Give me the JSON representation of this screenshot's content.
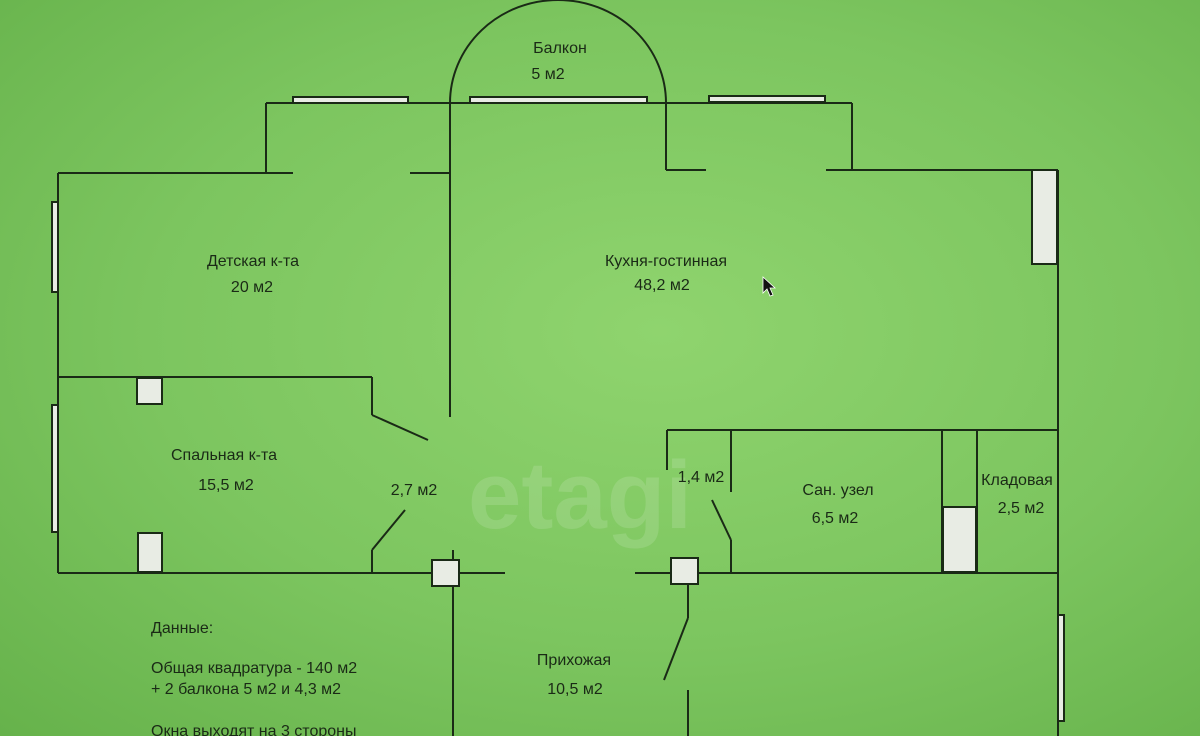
{
  "rooms": {
    "balcony": {
      "name": "Балкон",
      "area": "5 м2"
    },
    "kids_room": {
      "name": "Детская к-та",
      "area": "20 м2"
    },
    "kitchen_living": {
      "name": "Кухня-гостинная",
      "area": "48,2 м2"
    },
    "bedroom": {
      "name": "Спальная к-та",
      "area": "15,5 м2"
    },
    "corridor_small": {
      "area": "2,7 м2"
    },
    "wc_small": {
      "area": "1,4 м2"
    },
    "bathroom": {
      "name": "Сан. узел",
      "area": "6,5 м2"
    },
    "storage": {
      "name": "Кладовая",
      "area": "2,5 м2"
    },
    "hallway": {
      "name": "Прихожая",
      "area": "10,5 м2"
    }
  },
  "notes": {
    "heading": "Данные:",
    "line1": "Общая квадратура - 140 м2",
    "line2": "+ 2 балкона 5 м2 и 4,3 м2",
    "line3": "Окна выходят на 3 стороны"
  },
  "watermark": "etagi",
  "colors": {
    "background": "#7cc560",
    "walls": "#1a2a16",
    "windows": "#e8ece4"
  }
}
